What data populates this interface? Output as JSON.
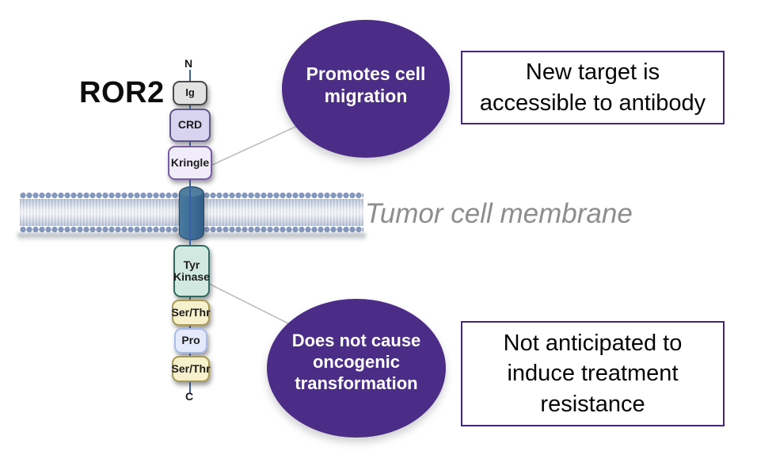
{
  "title": "ROR2",
  "receptor": {
    "n_terminus": "N",
    "c_terminus": "C",
    "domains": [
      {
        "id": "ig",
        "label": "Ig"
      },
      {
        "id": "crd",
        "label": "CRD"
      },
      {
        "id": "kringle",
        "label": "Kringle"
      },
      {
        "id": "tyr-kinase",
        "label": "Tyr\nKinase"
      },
      {
        "id": "ser-thr-1",
        "label": "Ser/Thr"
      },
      {
        "id": "pro",
        "label": "Pro"
      },
      {
        "id": "ser-thr-2",
        "label": "Ser/Thr"
      }
    ],
    "transmembrane_segment": "transmembrane helix"
  },
  "membrane": {
    "label": "Tumor cell membrane"
  },
  "callouts": [
    {
      "shape": "circle",
      "links_to": "kringle",
      "text": "Promotes cell\nmigration"
    },
    {
      "shape": "circle",
      "links_to": "tyr-kinase",
      "text": "Does not cause\noncogenic\ntransformation"
    }
  ],
  "notes": [
    {
      "text": "New target is\naccessible to antibody"
    },
    {
      "text": "Not anticipated to\ninduce treatment\nresistance"
    }
  ],
  "colors": {
    "callout_circle_fill": "#4b2c87",
    "callout_text": "#ffffff",
    "note_border": "#43297a",
    "note_text": "#060606",
    "membrane_head": "#8497bc",
    "membrane_label_text": "#8d8d8d",
    "cylinder_fill": "#3d6d98",
    "backbone_line": "#3a5fa8",
    "domain_ig_fill": "#e2e2e2",
    "domain_crd_fill": "#d8d3ee",
    "domain_kringle_fill": "#f1ecfa",
    "domain_tyr_kinase_fill": "#d2e9e2",
    "domain_ser_thr_fill": "#f7f0cc",
    "domain_pro_fill": "#e4eafb",
    "connector_line": "#bdbdbd"
  }
}
